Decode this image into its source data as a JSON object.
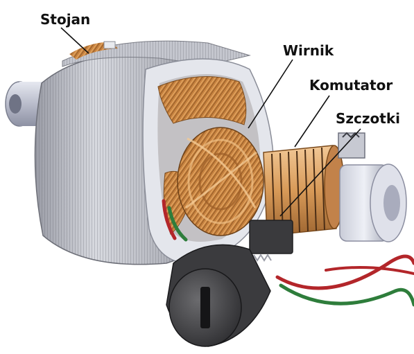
{
  "diagram": {
    "labels": {
      "stator": "Stojan",
      "rotor": "Wirnik",
      "commutator": "Komutator",
      "brushes": "Szczotki"
    }
  }
}
